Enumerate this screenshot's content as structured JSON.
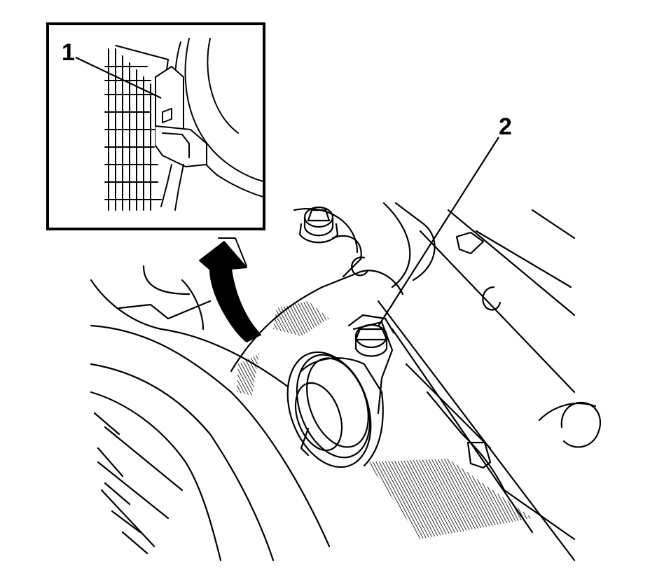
{
  "callouts": [
    {
      "id": "1",
      "label": "1"
    },
    {
      "id": "2",
      "label": "2"
    }
  ],
  "colors": {
    "line": "#000000",
    "background": "#ffffff"
  },
  "icons": [
    "curved-arrow-icon"
  ]
}
